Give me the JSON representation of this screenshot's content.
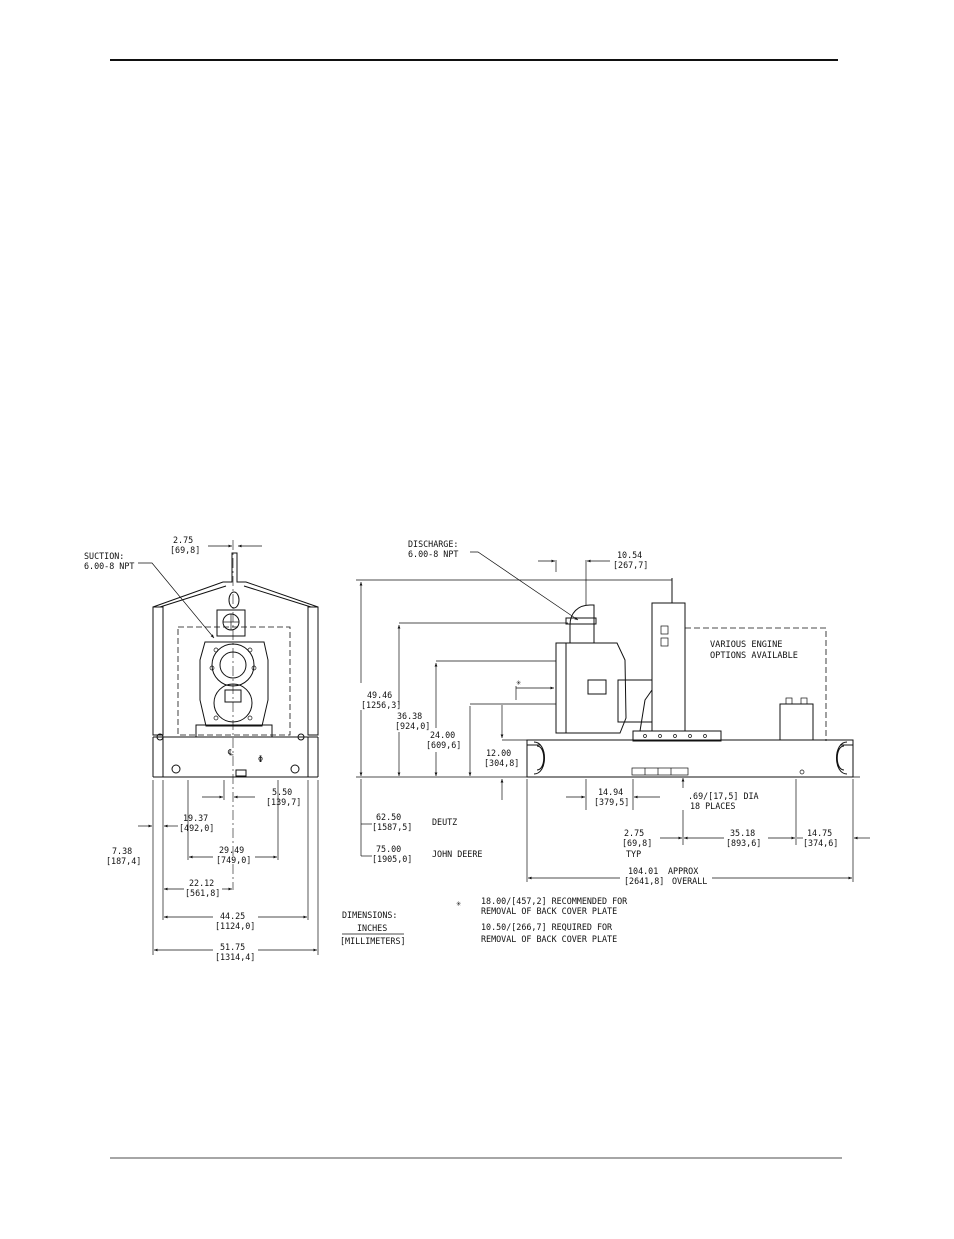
{
  "left_view": {
    "suction": {
      "label": "SUCTION:",
      "spec": "6.00-8 NPT"
    },
    "dims": {
      "top_offset": {
        "in": "2.75",
        "mm": "[69,8]"
      },
      "d_19_37": {
        "in": "19.37",
        "mm": "[492,0]"
      },
      "d_5_50": {
        "in": "5.50",
        "mm": "[139,7]"
      },
      "d_7_38": {
        "in": "7.38",
        "mm": "[187,4]"
      },
      "d_29_49": {
        "in": "29.49",
        "mm": "[749,0]"
      },
      "d_22_12": {
        "in": "22.12",
        "mm": "[561,8]"
      },
      "d_44_25": {
        "in": "44.25",
        "mm": "[1124,0]"
      },
      "d_51_75": {
        "in": "51.75",
        "mm": "[1314,4]"
      }
    },
    "centerline_symbol": "℄"
  },
  "right_view": {
    "discharge": {
      "label": "DISCHARGE:",
      "spec": "6.00-8 NPT"
    },
    "engine_note": {
      "line1": "VARIOUS ENGINE",
      "line2": "OPTIONS AVAILABLE"
    },
    "dims": {
      "d_10_54": {
        "in": "10.54",
        "mm": "[267,7]"
      },
      "d_49_46": {
        "in": "49.46",
        "mm": "[1256,3]"
      },
      "d_36_38": {
        "in": "36.38",
        "mm": "[924,0]"
      },
      "d_24_00": {
        "in": "24.00",
        "mm": "[609,6]"
      },
      "d_12_00": {
        "in": "12.00",
        "mm": "[304,8]"
      },
      "d_14_94": {
        "in": "14.94",
        "mm": "[379,5]"
      },
      "holes": {
        "line1": ".69/[17,5] DIA",
        "line2": "18 PLACES"
      },
      "deutz": {
        "in": "62.50",
        "mm": "[1587,5]",
        "name": "DEUTZ"
      },
      "deere": {
        "in": "75.00",
        "mm": "[1905,0]",
        "name": "JOHN DEERE"
      },
      "d_2_75": {
        "in": "2.75",
        "mm": "[69,8]",
        "note": "TYP"
      },
      "d_35_18": {
        "in": "35.18",
        "mm": "[893,6]"
      },
      "d_14_75": {
        "in": "14.75",
        "mm": "[374,6]"
      },
      "overall": {
        "in": "104.01",
        "approx": "APPROX",
        "mm": "[2641,8]",
        "note": "OVERALL"
      }
    },
    "asterisk": "✳"
  },
  "legend": {
    "line1": "DIMENSIONS:",
    "line2": "INCHES",
    "line3": "[MILLIMETERS]"
  },
  "notes": {
    "n1_line1": "18.00/[457,2] RECOMMENDED FOR",
    "n1_line2": "REMOVAL OF BACK COVER PLATE",
    "n2_line1": "10.50/[266,7] REQUIRED FOR",
    "n2_line2": "REMOVAL OF BACK COVER PLATE"
  }
}
